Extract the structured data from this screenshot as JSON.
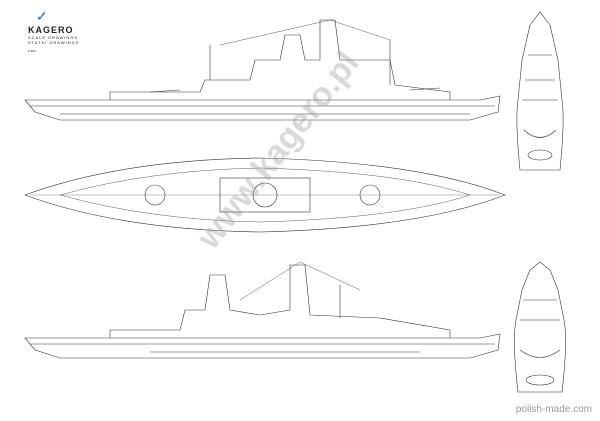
{
  "logo": {
    "brand": "KAGERO",
    "line1": "SCALE DRAWINGS",
    "line2": "STATKI DRAWINGS",
    "line3": "1:350"
  },
  "watermark": "www.kagero.pl",
  "footer": "polish-made.com",
  "colors": {
    "line": "#333333",
    "accent": "#2a5f9e"
  }
}
